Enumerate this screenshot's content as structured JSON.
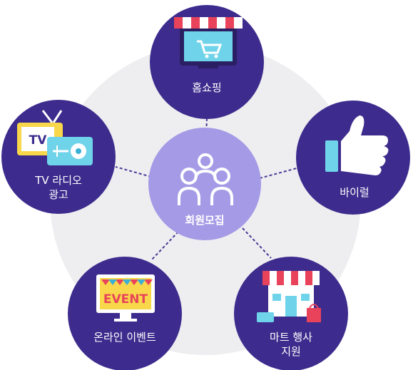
{
  "diagram": {
    "center": {
      "label": "회원모집",
      "icon": "people-group-icon"
    },
    "nodes": [
      {
        "id": "home-shopping",
        "lines": [
          "홈쇼핑"
        ],
        "icon": "shop-monitor-icon"
      },
      {
        "id": "viral",
        "lines": [
          "바이럴"
        ],
        "icon": "thumbs-up-icon"
      },
      {
        "id": "mart-event",
        "lines": [
          "마트 행사",
          "지원"
        ],
        "icon": "store-icon"
      },
      {
        "id": "online-event",
        "lines": [
          "온라인 이벤트"
        ],
        "icon": "event-monitor-icon",
        "icon_text": "EVENT"
      },
      {
        "id": "tv-radio",
        "lines": [
          "TV 라디오",
          "광고"
        ],
        "icon": "tv-radio-icon",
        "icon_text": "TV"
      }
    ]
  },
  "colors": {
    "node_fill": "#3d2c8d",
    "center_fill": "#a59ae6",
    "background_circle": "#eeeef1",
    "connector": "#4a3a96",
    "text": "#ffffff"
  }
}
